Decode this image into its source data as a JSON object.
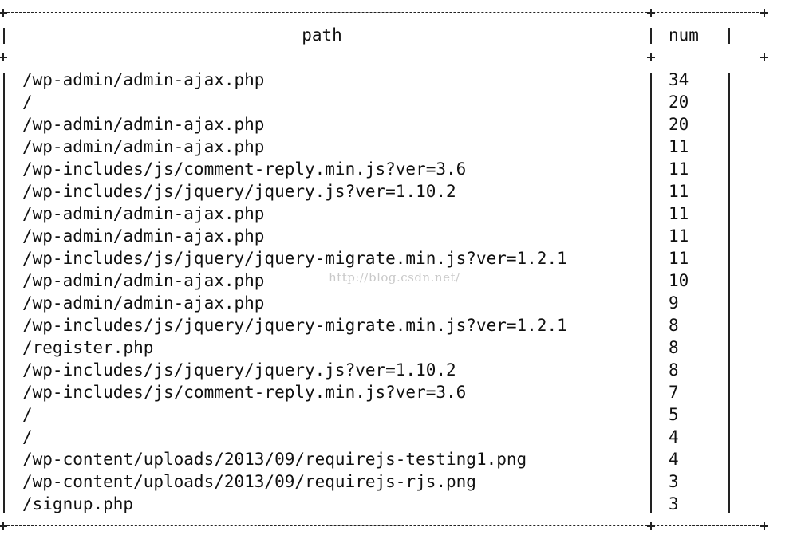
{
  "table": {
    "columns": [
      "path",
      "num"
    ],
    "rows": [
      {
        "path": "/wp-admin/admin-ajax.php",
        "num": "34"
      },
      {
        "path": "/",
        "num": "20"
      },
      {
        "path": "/wp-admin/admin-ajax.php",
        "num": "20"
      },
      {
        "path": "/wp-admin/admin-ajax.php",
        "num": "11"
      },
      {
        "path": "/wp-includes/js/comment-reply.min.js?ver=3.6",
        "num": "11"
      },
      {
        "path": "/wp-includes/js/jquery/jquery.js?ver=1.10.2",
        "num": "11"
      },
      {
        "path": "/wp-admin/admin-ajax.php",
        "num": "11"
      },
      {
        "path": "/wp-admin/admin-ajax.php",
        "num": "11"
      },
      {
        "path": "/wp-includes/js/jquery/jquery-migrate.min.js?ver=1.2.1",
        "num": "11"
      },
      {
        "path": "/wp-admin/admin-ajax.php",
        "num": "10"
      },
      {
        "path": "/wp-admin/admin-ajax.php",
        "num": "9"
      },
      {
        "path": "/wp-includes/js/jquery/jquery-migrate.min.js?ver=1.2.1",
        "num": "8"
      },
      {
        "path": "/register.php",
        "num": "8"
      },
      {
        "path": "/wp-includes/js/jquery/jquery.js?ver=1.10.2",
        "num": "8"
      },
      {
        "path": "/wp-includes/js/comment-reply.min.js?ver=3.6",
        "num": "7"
      },
      {
        "path": "/",
        "num": "5"
      },
      {
        "path": "/",
        "num": "4"
      },
      {
        "path": "/wp-content/uploads/2013/09/requirejs-testing1.png",
        "num": "4"
      },
      {
        "path": "/wp-content/uploads/2013/09/requirejs-rjs.png",
        "num": "3"
      },
      {
        "path": "/signup.php",
        "num": "3"
      }
    ]
  },
  "watermark": "http://blog.csdn.net/"
}
